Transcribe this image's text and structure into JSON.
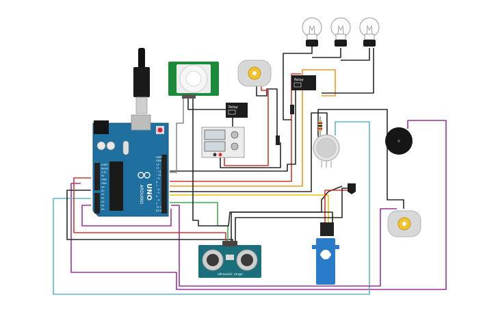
{
  "colors": {
    "wire_black": "#262626",
    "wire_red": "#d9342b",
    "wire_orange": "#f0961e",
    "wire_yellow": "#f2c200",
    "wire_purple": "#9b2f9f",
    "wire_cyan": "#58b8c4",
    "wire_green": "#37b24d",
    "wire_gray": "#8a8a8a",
    "arduino_blue": "#1f6f9f",
    "pir_green": "#1b8a3a",
    "sonar_teal": "#1b6f7a",
    "servo_blue": "#2a7bc8"
  },
  "arduino": {
    "brand": "ARDUINO",
    "model": "UNO",
    "icon": "arduino-infinity-icon",
    "power_pins": [
      "IOREF",
      "RESET",
      "3.3V",
      "5V",
      "GND",
      "GND",
      "Vin"
    ],
    "analog_pins": [
      "A0",
      "A1",
      "A2",
      "A3",
      "A4",
      "A5"
    ],
    "digital_pins": [
      "AREF",
      "GND",
      "13",
      "12",
      "~11",
      "~10",
      "~9",
      "8",
      "7",
      "~6",
      "~5",
      "4",
      "~3",
      "2",
      "TX 1",
      "RX 0"
    ],
    "digital_header_label": "DIGITAL (PWM ~)",
    "power_header_label": "POWER",
    "analog_header_label": "ANALOG IN"
  },
  "relays": [
    {
      "label": "Relay",
      "icon": "relay-icon"
    },
    {
      "label": "Relay",
      "icon": "relay-icon"
    }
  ],
  "ultrasonic": {
    "label": "ultrasonic range",
    "icon": "ultrasonic-sensor-icon"
  },
  "pir": {
    "icon": "pir-sensor-icon"
  },
  "servo": {
    "icon": "servo-icon"
  },
  "bulbs": {
    "icon": "light-bulb-icon"
  },
  "motors": {
    "icon": "dc-motor-icon"
  },
  "buzzer": {
    "icon": "piezo-buzzer-icon"
  },
  "gas_sensor": {
    "icon": "gas-sensor-icon"
  },
  "temp_sensor": {
    "icon": "temperature-sensor-icon"
  },
  "power_supply": {
    "icon": "power-supply-icon"
  },
  "resistor": {
    "icon": "resistor-icon"
  },
  "switch": {
    "icon": "slide-switch-icon"
  }
}
